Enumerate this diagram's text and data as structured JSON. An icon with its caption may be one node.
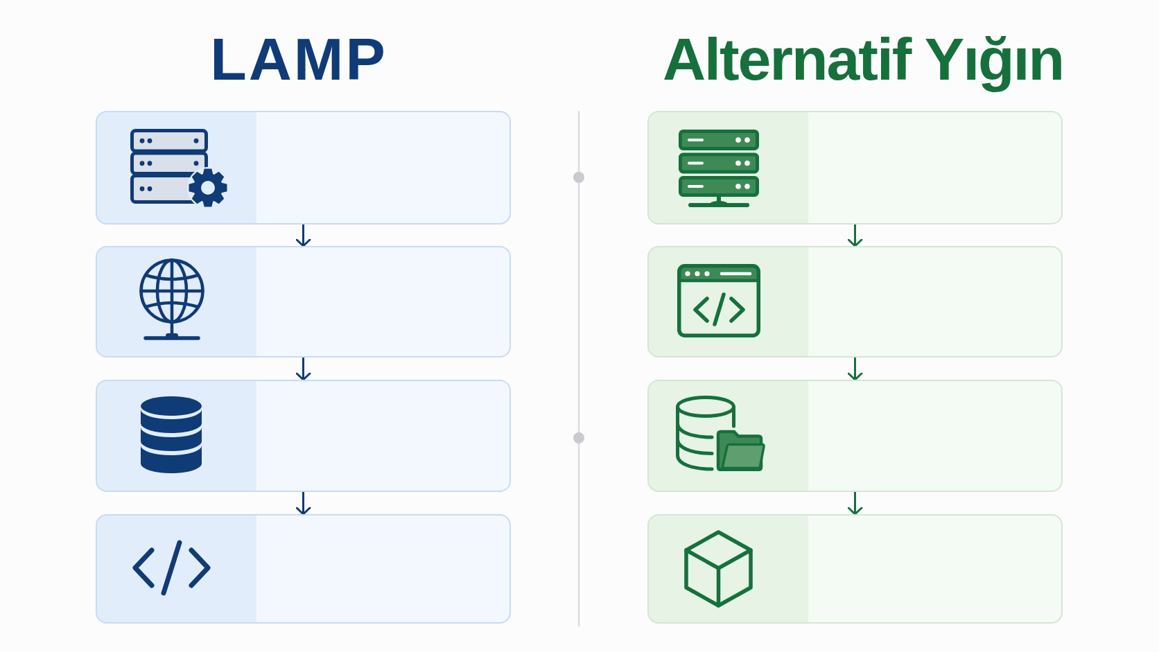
{
  "diagram": {
    "nodes": [
      {
        "text": [],
        "shape": "box"
      },
      {
        "text": [],
        "shape": "box"
      },
      {
        "text": [],
        "shape": "box"
      },
      {
        "text": [],
        "shape": "box"
      },
      {
        "text": [],
        "shape": "box"
      },
      {
        "text": [],
        "shape": "box"
      },
      {
        "text": [],
        "shape": "box"
      },
      {
        "text": [],
        "shape": "box"
      }
    ],
    "edges": [
      {
        "from": 0,
        "to": 1,
        "arrow": "to",
        "color": "#0f3b76"
      },
      {
        "from": 1,
        "to": 2,
        "arrow": "to",
        "color": "#0f3b76"
      },
      {
        "from": 2,
        "to": 3,
        "arrow": "to",
        "color": "#0f3b76"
      },
      {
        "from": 4,
        "to": 5,
        "arrow": "to",
        "color": "#16703c"
      },
      {
        "from": 5,
        "to": 6,
        "arrow": "to",
        "color": "#16703c"
      },
      {
        "from": 6,
        "to": 7,
        "arrow": "to",
        "color": "#16703c"
      }
    ],
    "labels": [
      "LAMP",
      "Alternatif Yığın"
    ]
  }
}
